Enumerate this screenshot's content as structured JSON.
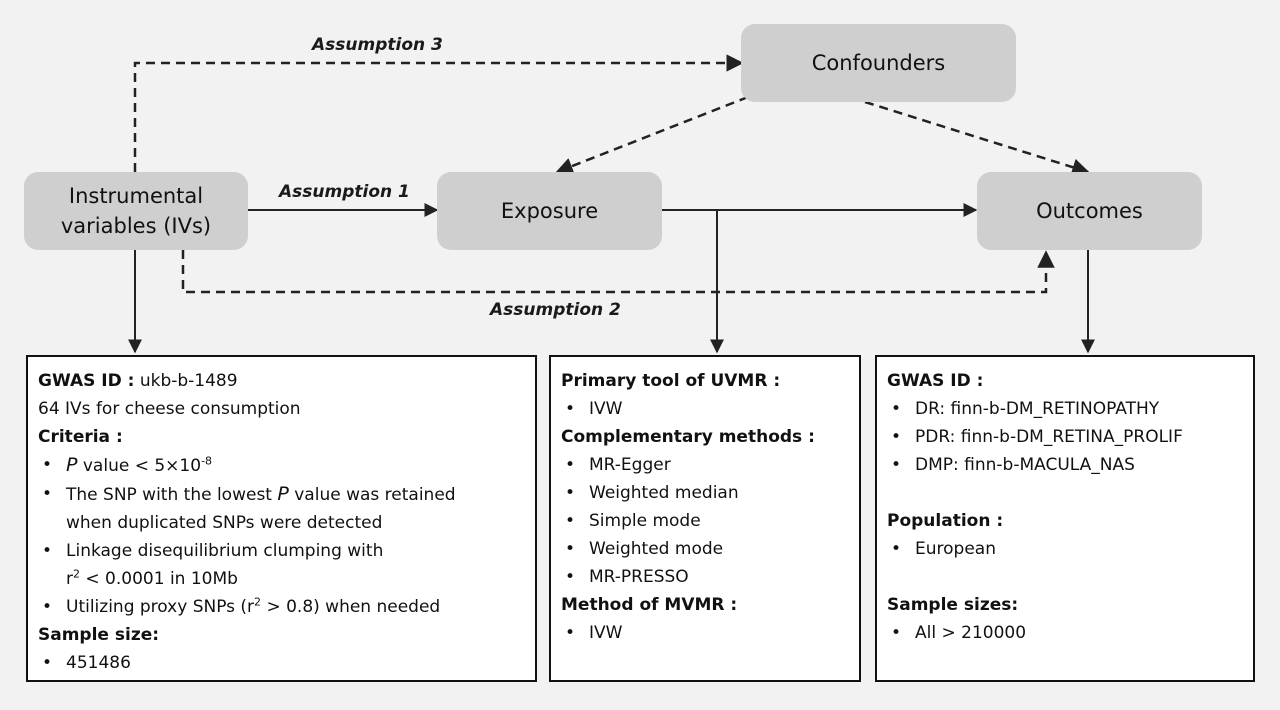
{
  "nodes": {
    "confounders": "Confounders",
    "iv_line1": "Instrumental",
    "iv_line2": "variables (IVs)",
    "exposure": "Exposure",
    "outcomes": "Outcomes"
  },
  "assumptions": {
    "a1": "Assumption 1",
    "a2": "Assumption 2",
    "a3": "Assumption 3"
  },
  "left_panel": {
    "gwas_label": "GWAS ID :",
    "gwas_value": "ukb-b-1489",
    "ivs_text": "64 IVs for cheese consumption",
    "criteria_label": "Criteria :",
    "c1_p": "P",
    "c1_rest": " value < 5×10",
    "c1_exp": "-8",
    "c2_a": "The SNP with the lowest ",
    "c2_p": "P",
    "c2_b": " value was retained",
    "c2_line2": "when duplicated SNPs were detected",
    "c3_line1": "Linkage disequilibrium clumping with",
    "c3_r": "r",
    "c3_sup": "2",
    "c3_rest": " < 0.0001 in 10Mb",
    "c4_a": "Utilizing proxy SNPs (r",
    "c4_sup": "2",
    "c4_b": " > 0.8) when needed",
    "sample_label": "Sample size:",
    "sample_value": "451486"
  },
  "middle_panel": {
    "primary_label": "Primary tool of UVMR :",
    "primary_items": [
      "IVW"
    ],
    "comp_label": "Complementary  methods :",
    "comp_items": [
      "MR-Egger",
      "Weighted median",
      "Simple mode",
      "Weighted mode",
      "MR-PRESSO"
    ],
    "mvmr_label": "Method of MVMR :",
    "mvmr_items": [
      "IVW"
    ]
  },
  "right_panel": {
    "gwas_label": "GWAS ID :",
    "gwas_items": [
      "DR: finn-b-DM_RETINOPATHY",
      "PDR: finn-b-DM_RETINA_PROLIF",
      "DMP: finn-b-MACULA_NAS"
    ],
    "pop_label": "Population :",
    "pop_items": [
      "European"
    ],
    "sample_label": "Sample sizes:",
    "sample_items": [
      "All > 210000"
    ]
  }
}
